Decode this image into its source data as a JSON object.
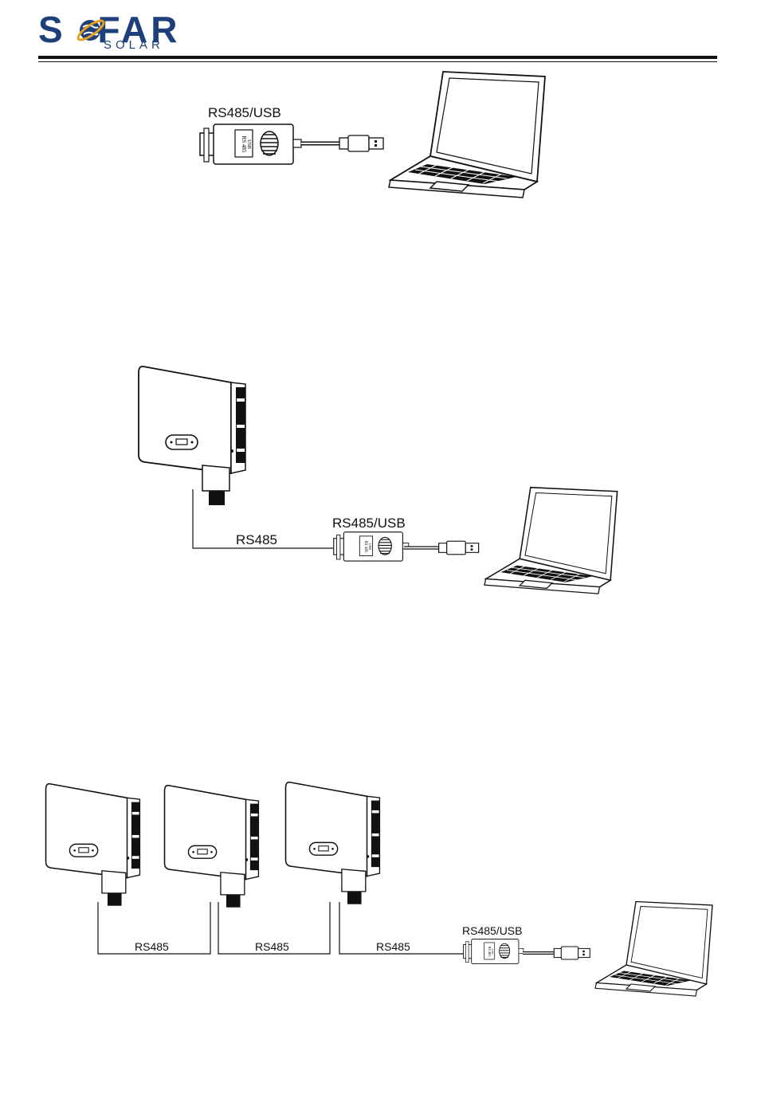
{
  "header": {
    "logo_text": "SOFAR",
    "logo_subtext": "SOLAR",
    "brand_color": "#1d3f7a",
    "accent_color": "#e5a020"
  },
  "figure1": {
    "converter_label": "RS485/USB",
    "converter_face_text": "RS 485 USB"
  },
  "figure2": {
    "cable_label": "RS485",
    "converter_label": "RS485/USB",
    "converter_face_text": "RS 485 USB"
  },
  "figure3": {
    "cable_labels": [
      "RS485",
      "RS485",
      "RS485"
    ],
    "converter_label": "RS485/USB",
    "converter_face_text": "RS 485 USB"
  }
}
